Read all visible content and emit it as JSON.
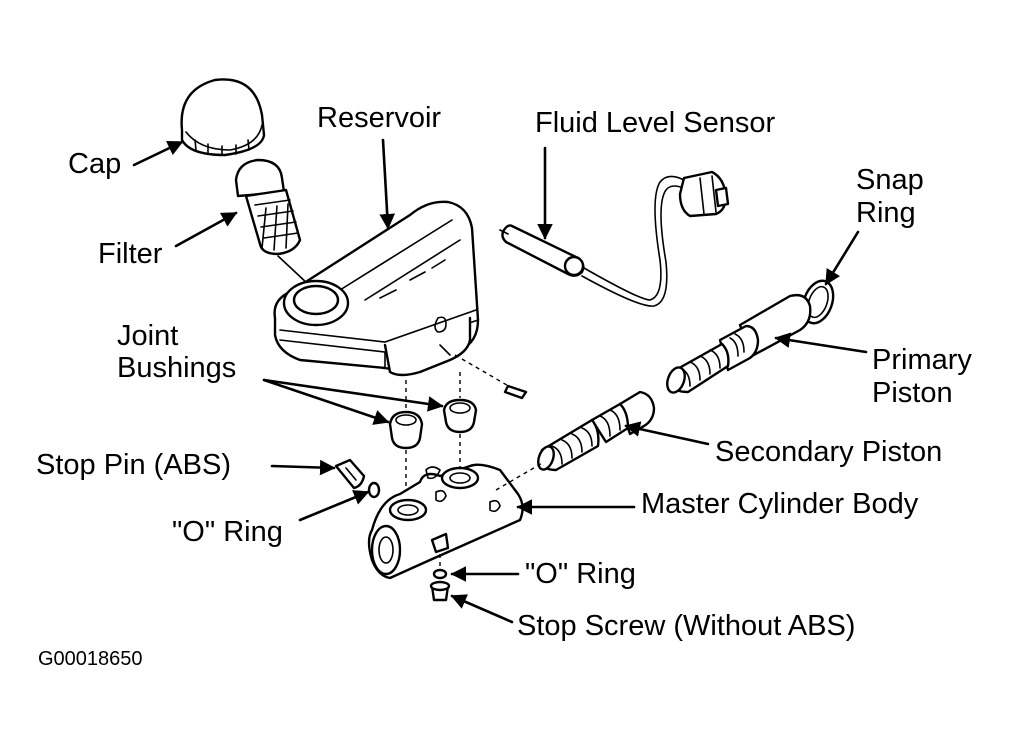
{
  "labels": {
    "cap": "Cap",
    "filter": "Filter",
    "reservoir": "Reservoir",
    "fluid_level_sensor": "Fluid Level Sensor",
    "snap_ring_line1": "Snap",
    "snap_ring_line2": "Ring",
    "joint_bushings_line1": "Joint",
    "joint_bushings_line2": "Bushings",
    "primary_piston_line1": "Primary",
    "primary_piston_line2": "Piston",
    "secondary_piston": "Secondary Piston",
    "stop_pin_abs": "Stop Pin (ABS)",
    "o_ring_left": "\"O\" Ring",
    "master_cylinder_body": "Master Cylinder Body",
    "o_ring_bottom": "\"O\" Ring",
    "stop_screw": "Stop Screw (Without ABS)"
  },
  "figure_code": "G00018650",
  "colors": {
    "ink": "#000000",
    "paper": "#ffffff"
  }
}
